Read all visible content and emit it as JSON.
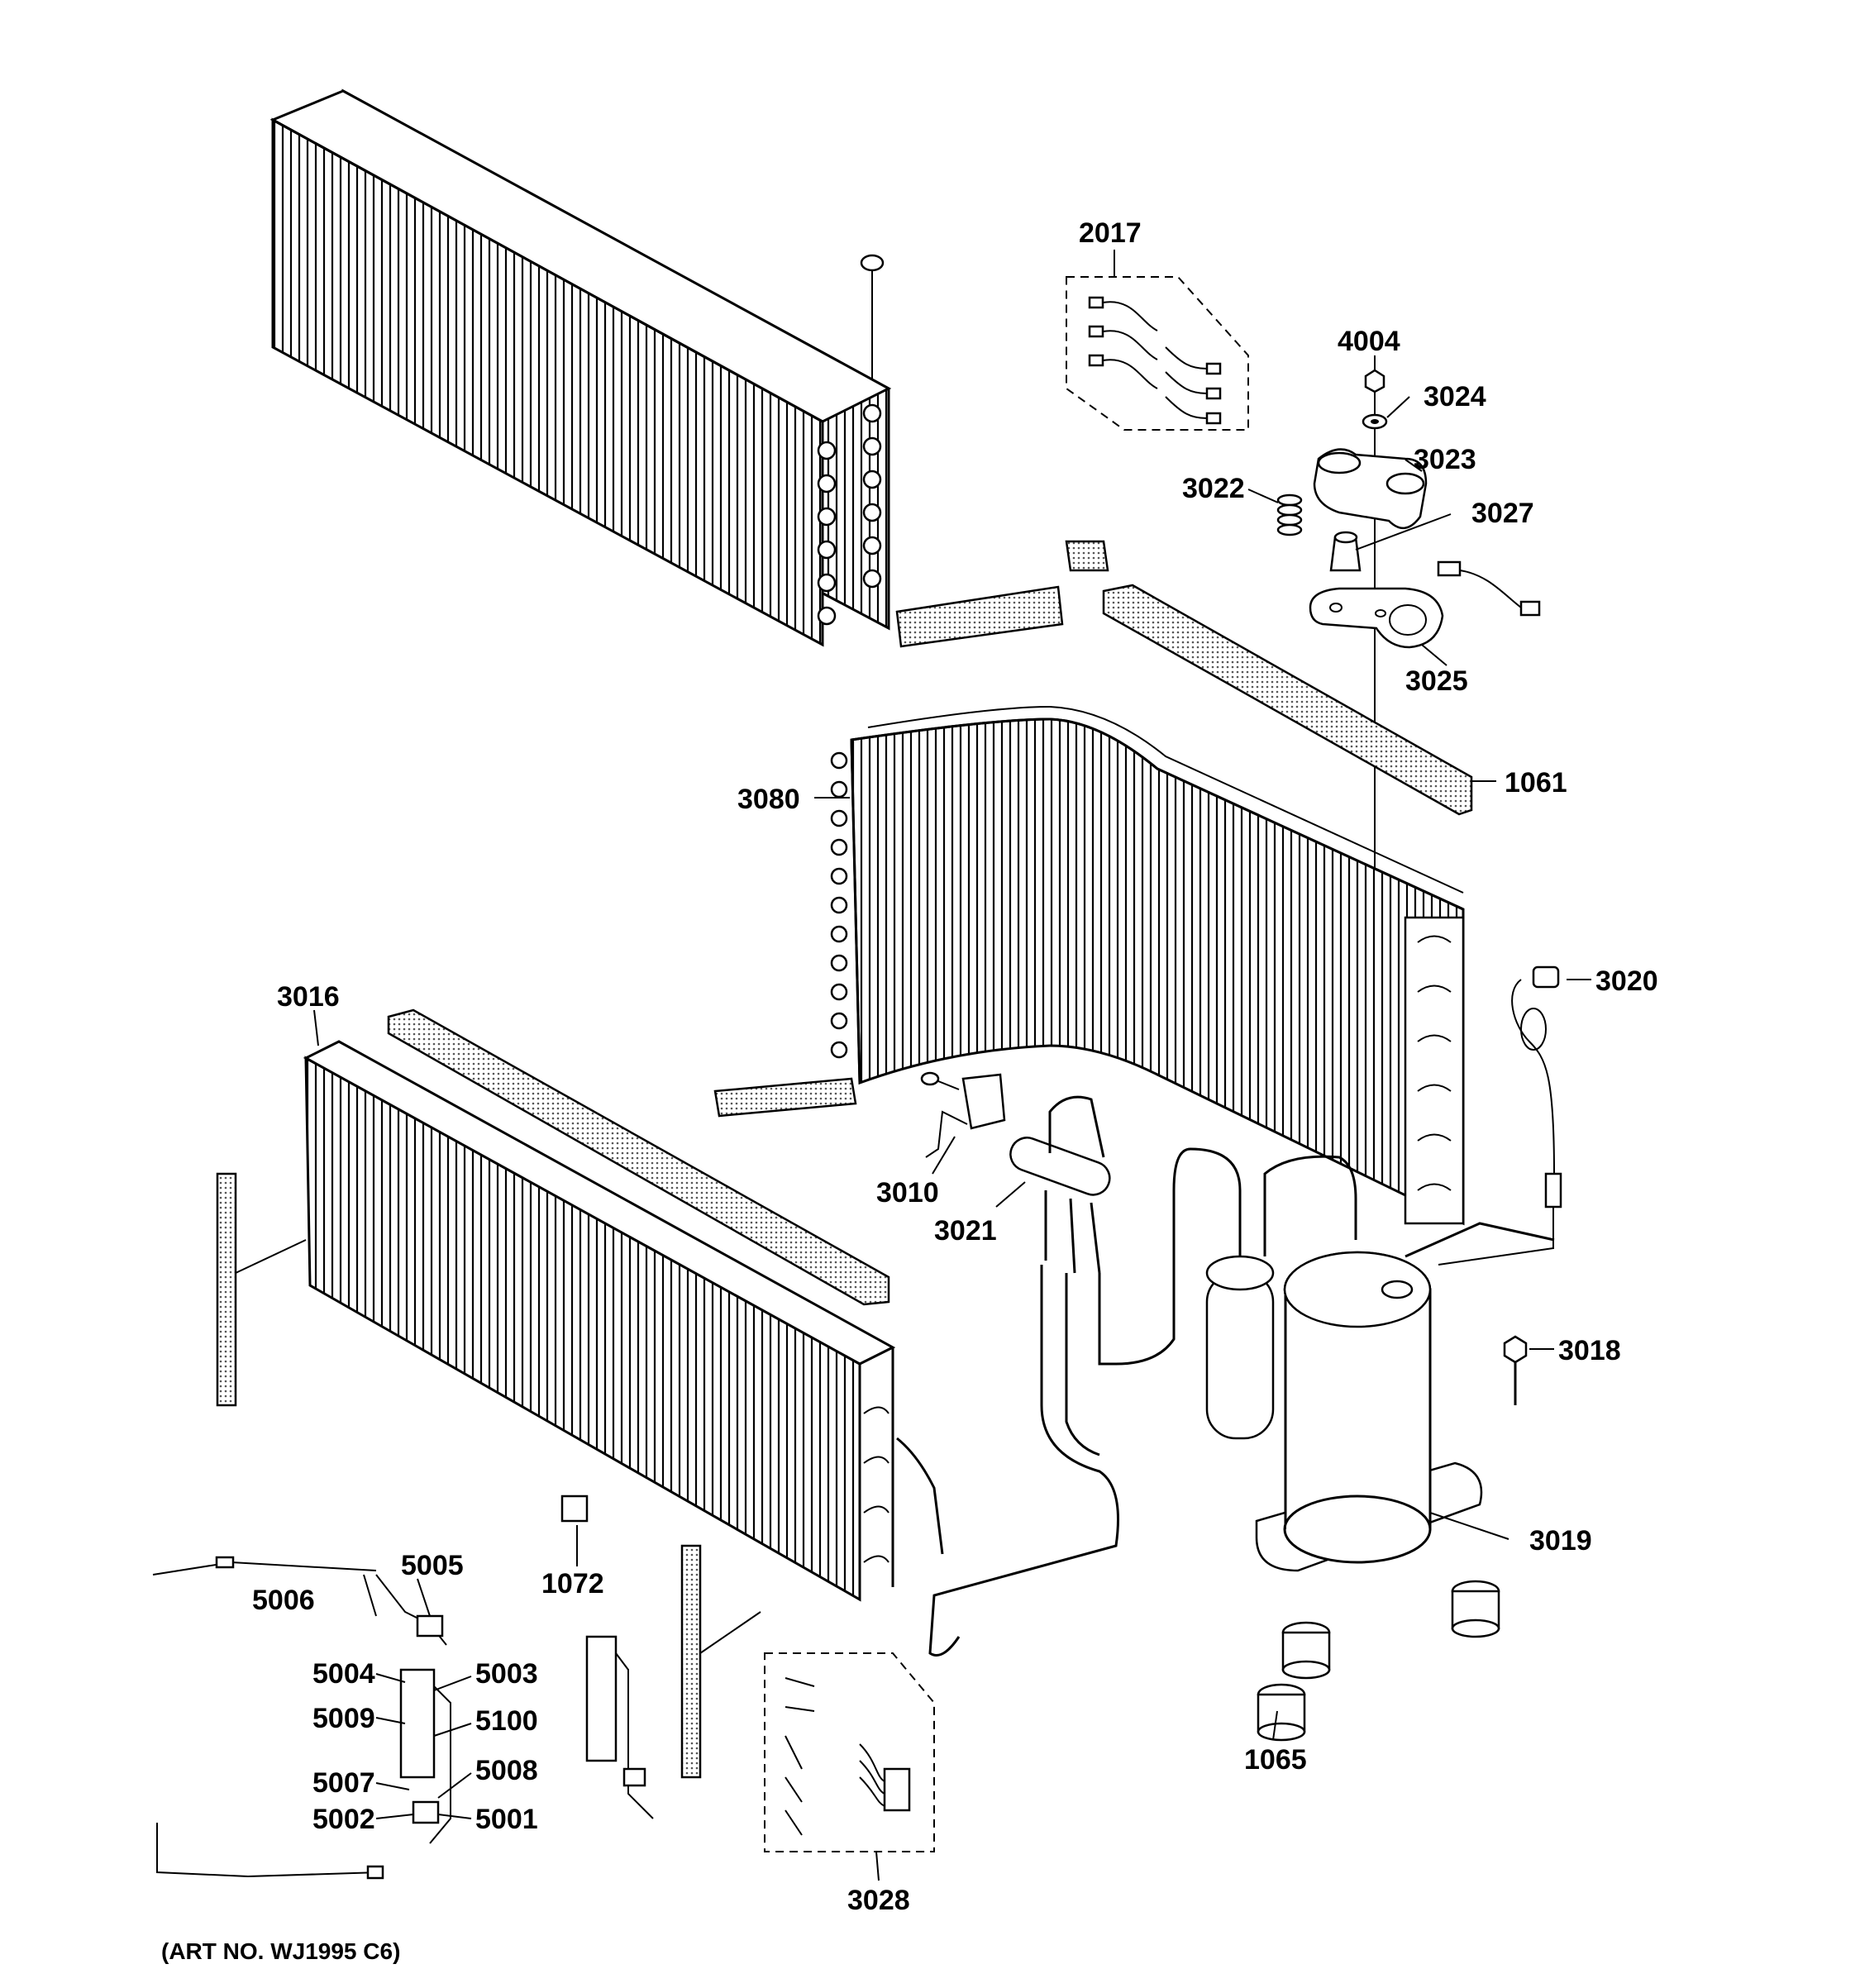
{
  "diagram": {
    "part_numbers": {
      "p2017": "2017",
      "p4004": "4004",
      "p3024": "3024",
      "p3023": "3023",
      "p3022": "3022",
      "p3027": "3027",
      "p3025": "3025",
      "p1061": "1061",
      "p3080": "3080",
      "p3020": "3020",
      "p3016": "3016",
      "p3010": "3010",
      "p3021": "3021",
      "p3018": "3018",
      "p3019": "3019",
      "p1072": "1072",
      "p1065": "1065",
      "p5005": "5005",
      "p5006": "5006",
      "p5004": "5004",
      "p5003": "5003",
      "p5009": "5009",
      "p5100": "5100",
      "p5007": "5007",
      "p5008": "5008",
      "p5002": "5002",
      "p5001": "5001",
      "p3028": "3028"
    },
    "art_number": "(ART NO. WJ1995 C6)"
  }
}
